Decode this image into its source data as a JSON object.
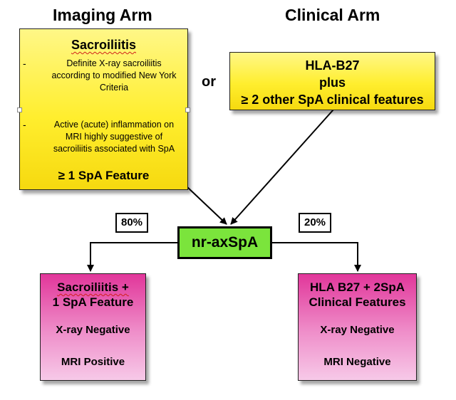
{
  "arms": {
    "imaging_title": "Imaging Arm",
    "clinical_title": "Clinical Arm"
  },
  "imaging_box": {
    "heading": "Sacroiliitis",
    "bullet_marker": "-",
    "bullet1": "Definite X-ray sacroiliitis according to modified New York Criteria",
    "bullet2": "Active (acute) inflammation on MRI highly suggestive of sacroiliitis associated with SpA",
    "feature": "≥ 1 SpA Feature"
  },
  "connector": "or",
  "clinical_box": {
    "line1": "HLA-B27",
    "line2": "plus",
    "line3": "≥ 2 other SpA clinical features"
  },
  "center": {
    "label": "nr-axSpA"
  },
  "percentages": {
    "left": "80%",
    "right": "20%"
  },
  "left_result": {
    "title_line1": "Sacroiliitis +",
    "title_line2": "1 SpA Feature",
    "xray": "X-ray Negative",
    "mri": "MRI Positive"
  },
  "right_result": {
    "title_line1": "HLA B27 + 2SpA",
    "title_line2": "Clinical Features",
    "xray": "X-ray Negative",
    "mri": "MRI Negative"
  },
  "colors": {
    "criteria_box": "#ffee2e",
    "center_box": "#7be43c",
    "result_box_top": "#e1369a",
    "result_box_bottom": "#f7c9e8",
    "spellcheck_underline": "#d0201a"
  }
}
